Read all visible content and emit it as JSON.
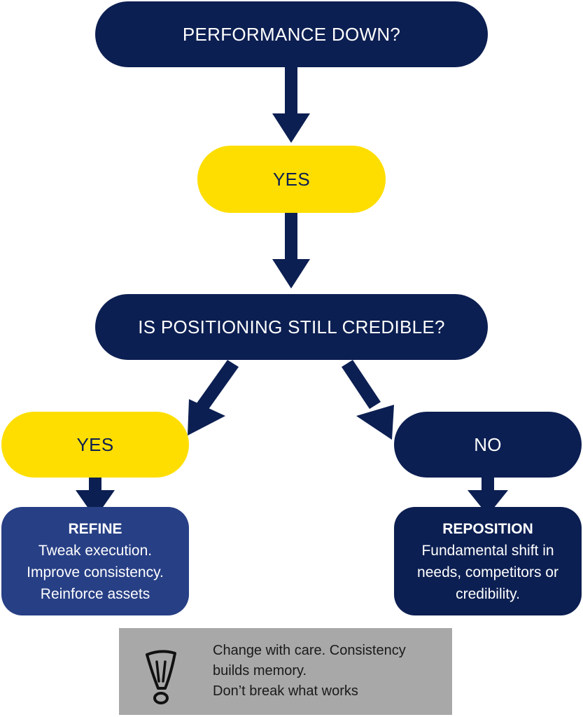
{
  "colors": {
    "navy": "#0c1f52",
    "yellow": "#fede00",
    "mid_blue": "#273f85",
    "note_gray": "#a8a8a8"
  },
  "flow": {
    "question1": "PERFORMANCE DOWN?",
    "answer1": "YES",
    "question2": "IS POSITIONING STILL CREDIBLE?",
    "branch_yes": "YES",
    "branch_no": "NO"
  },
  "refine": {
    "title": "REFINE",
    "lines": [
      "Tweak execution.",
      "Improve consistency.",
      "Reinforce assets"
    ]
  },
  "reposition": {
    "title": "REPOSITION",
    "lines": [
      "Fundamental shift in",
      "needs, competitors or",
      "credibility."
    ]
  },
  "note": {
    "icon": "exclamation-icon",
    "lines": [
      "Change with care. Consistency",
      "builds memory.",
      "Don’t break what works"
    ]
  }
}
